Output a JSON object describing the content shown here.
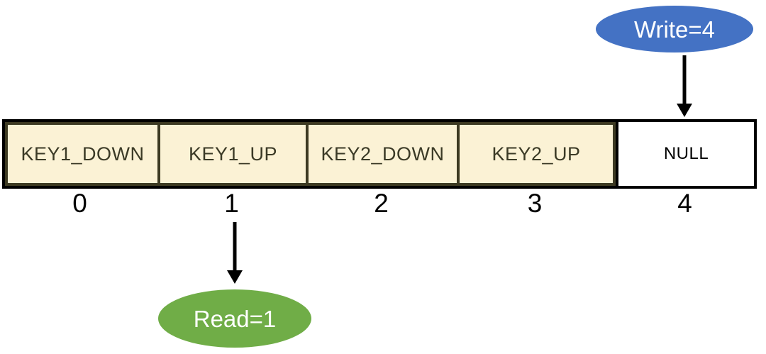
{
  "diagram": {
    "type": "ring-buffer-array",
    "array": {
      "cells": [
        {
          "label": "KEY1_DOWN",
          "index": "0",
          "state": "filled"
        },
        {
          "label": "KEY1_UP",
          "index": "1",
          "state": "filled"
        },
        {
          "label": "KEY2_DOWN",
          "index": "2",
          "state": "filled"
        },
        {
          "label": "KEY2_UP",
          "index": "3",
          "state": "filled"
        },
        {
          "label": "NULL",
          "index": "4",
          "state": "empty"
        }
      ]
    },
    "pointers": {
      "write": {
        "label": "Write=4",
        "points_to_index": "4",
        "color": "#4472C4"
      },
      "read": {
        "label": "Read=1",
        "points_to_index": "1",
        "color": "#70AD47"
      }
    },
    "colors": {
      "cell_fill": "#FBF2D5",
      "cell_border": "#3D3A22",
      "cell_text": "#3B3A26",
      "empty_cell_fill": "#FFFFFF",
      "outer_border": "#000000",
      "arrow": "#000000",
      "write_bubble_fill": "#4472C4",
      "read_bubble_fill": "#70AD47",
      "bubble_text": "#FFFFFF",
      "background": "#FFFFFF"
    }
  }
}
